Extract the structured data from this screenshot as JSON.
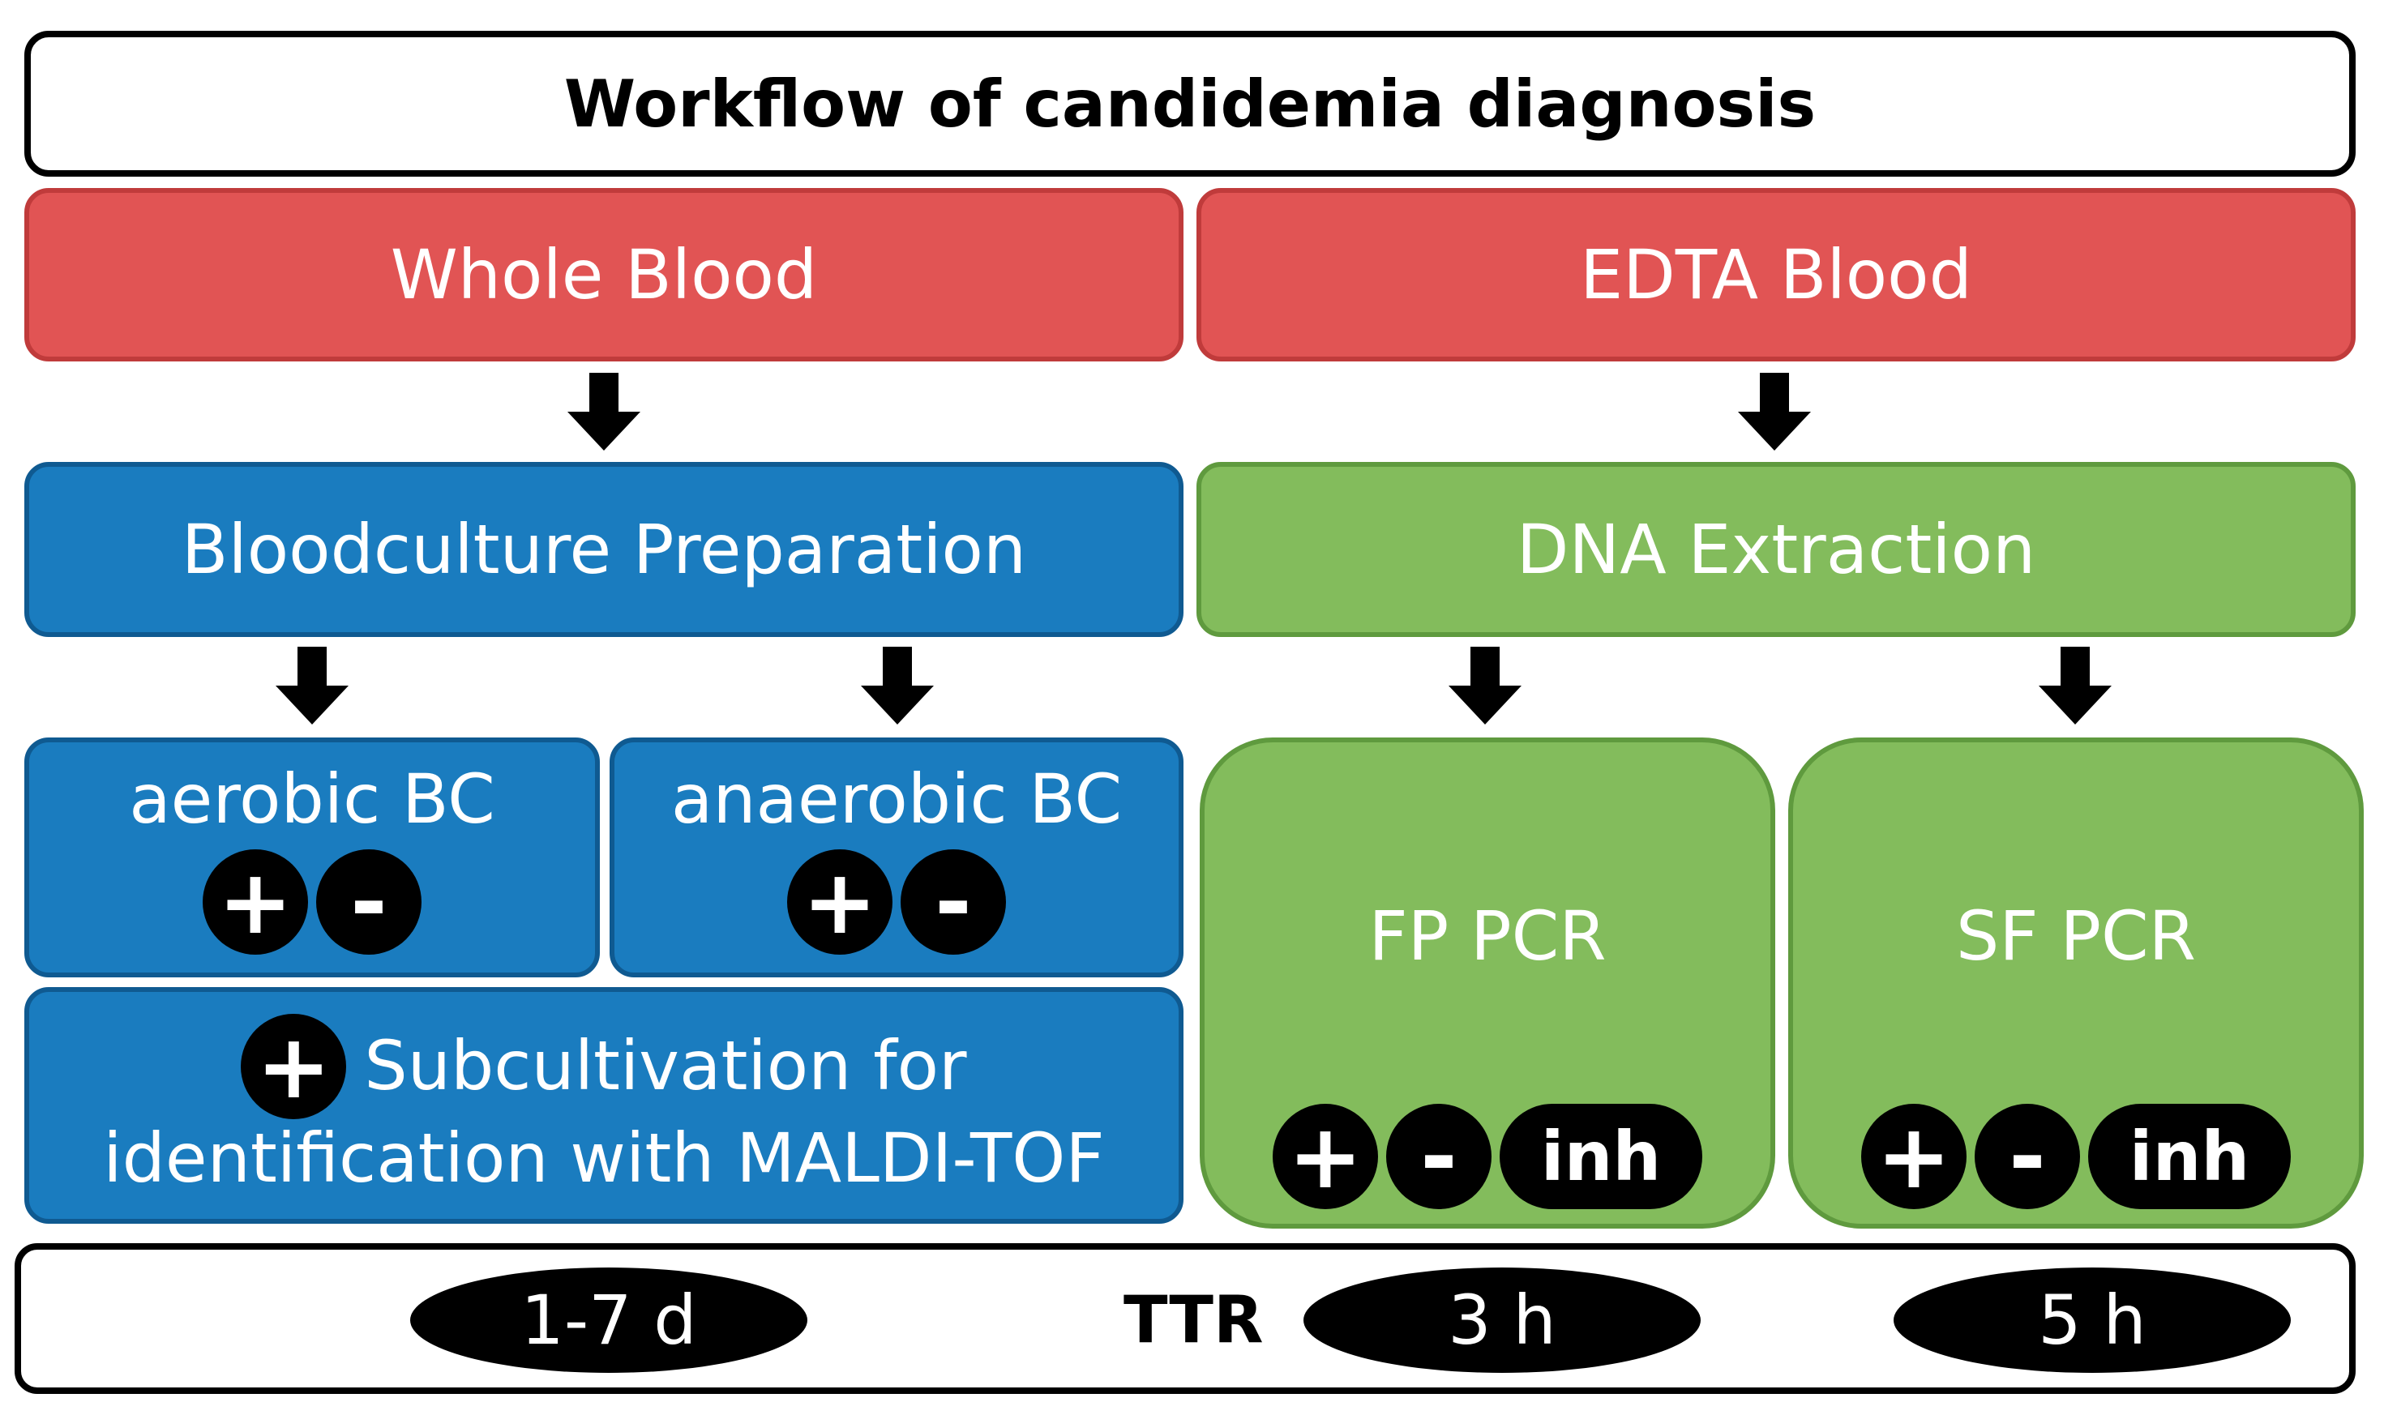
{
  "title": "Workflow of candidemia diagnosis",
  "left": {
    "sample": "Whole Blood",
    "preparation": "Bloodculture Preparation",
    "aerobic": {
      "label": "aerobic BC",
      "signs": [
        "+",
        "-"
      ]
    },
    "anaerobic": {
      "label": "anaerobic BC",
      "signs": [
        "+",
        "-"
      ]
    },
    "subcultivation": {
      "sign": "+",
      "line1": "Subcultivation for",
      "line2": "identification with MALDI-TOF"
    }
  },
  "right": {
    "sample": "EDTA Blood",
    "extraction": "DNA Extraction",
    "fp_pcr": {
      "label": "FP PCR",
      "signs": [
        "+",
        "-"
      ],
      "inh": "inh"
    },
    "sf_pcr": {
      "label": "SF PCR",
      "signs": [
        "+",
        "-"
      ],
      "inh": "inh"
    }
  },
  "ttr": {
    "label": "TTR",
    "culture": "1-7 d",
    "fp": "3 h",
    "sf": "5 h"
  },
  "colors": {
    "sample": "#e15454",
    "culture": "#1a7cbf",
    "molecular": "#83bc5c"
  }
}
